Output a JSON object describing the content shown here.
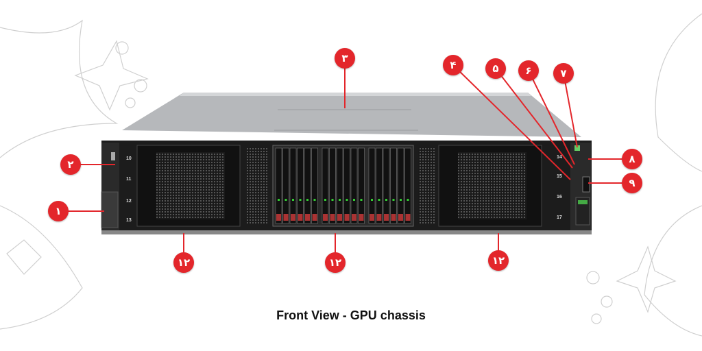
{
  "caption": "Front View - GPU chassis",
  "callouts": {
    "c1": "۱",
    "c2": "۲",
    "c3": "۳",
    "c4": "۴",
    "c5": "۵",
    "c6": "۶",
    "c7": "۷",
    "c8": "۸",
    "c9": "۹",
    "c12a": "۱۲",
    "c12b": "۱۲",
    "c12c": "۱۲"
  },
  "bays": {
    "b10": "10",
    "b11": "11",
    "b12": "12",
    "b13": "13",
    "b14": "14",
    "b15": "15",
    "b16": "16",
    "b17": "17"
  },
  "colors": {
    "callout": "#e3262b",
    "chassis": "#1c1c1c",
    "lid": "#b8babd"
  }
}
